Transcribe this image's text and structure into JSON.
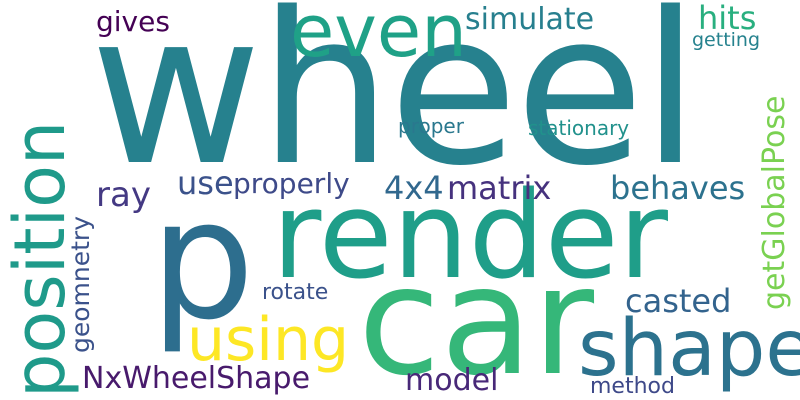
{
  "words": [
    {
      "text": "wheel",
      "color": "#26818e"
    },
    {
      "text": "render",
      "color": "#1f9e89"
    },
    {
      "text": "car",
      "color": "#35b779"
    },
    {
      "text": "p",
      "color": "#2d6e8e"
    },
    {
      "text": "position",
      "color": "#1f9a8a"
    },
    {
      "text": "even",
      "color": "#1fa187"
    },
    {
      "text": "shape",
      "color": "#2c728e"
    },
    {
      "text": "using",
      "color": "#fde725"
    },
    {
      "text": "simulate",
      "color": "#277f8e"
    },
    {
      "text": "gives",
      "color": "#440154"
    },
    {
      "text": "hits",
      "color": "#29af7f"
    },
    {
      "text": "getting",
      "color": "#26828e"
    },
    {
      "text": "proper",
      "color": "#2a788e"
    },
    {
      "text": "stationary",
      "color": "#21918c"
    },
    {
      "text": "ray",
      "color": "#443983"
    },
    {
      "text": "use",
      "color": "#3b528b"
    },
    {
      "text": "properly",
      "color": "#3e4a89"
    },
    {
      "text": "4x4",
      "color": "#31688e"
    },
    {
      "text": "matrix",
      "color": "#46327e"
    },
    {
      "text": "behaves",
      "color": "#2c728e"
    },
    {
      "text": "getGlobalPose",
      "color": "#7ad151"
    },
    {
      "text": "geomnetry",
      "color": "#3b528b"
    },
    {
      "text": "casted",
      "color": "#33638d"
    },
    {
      "text": "rotate",
      "color": "#3b528b"
    },
    {
      "text": "NxWheelShape",
      "color": "#481a6c"
    },
    {
      "text": "model",
      "color": "#482878"
    },
    {
      "text": "method",
      "color": "#3e4989"
    }
  ]
}
